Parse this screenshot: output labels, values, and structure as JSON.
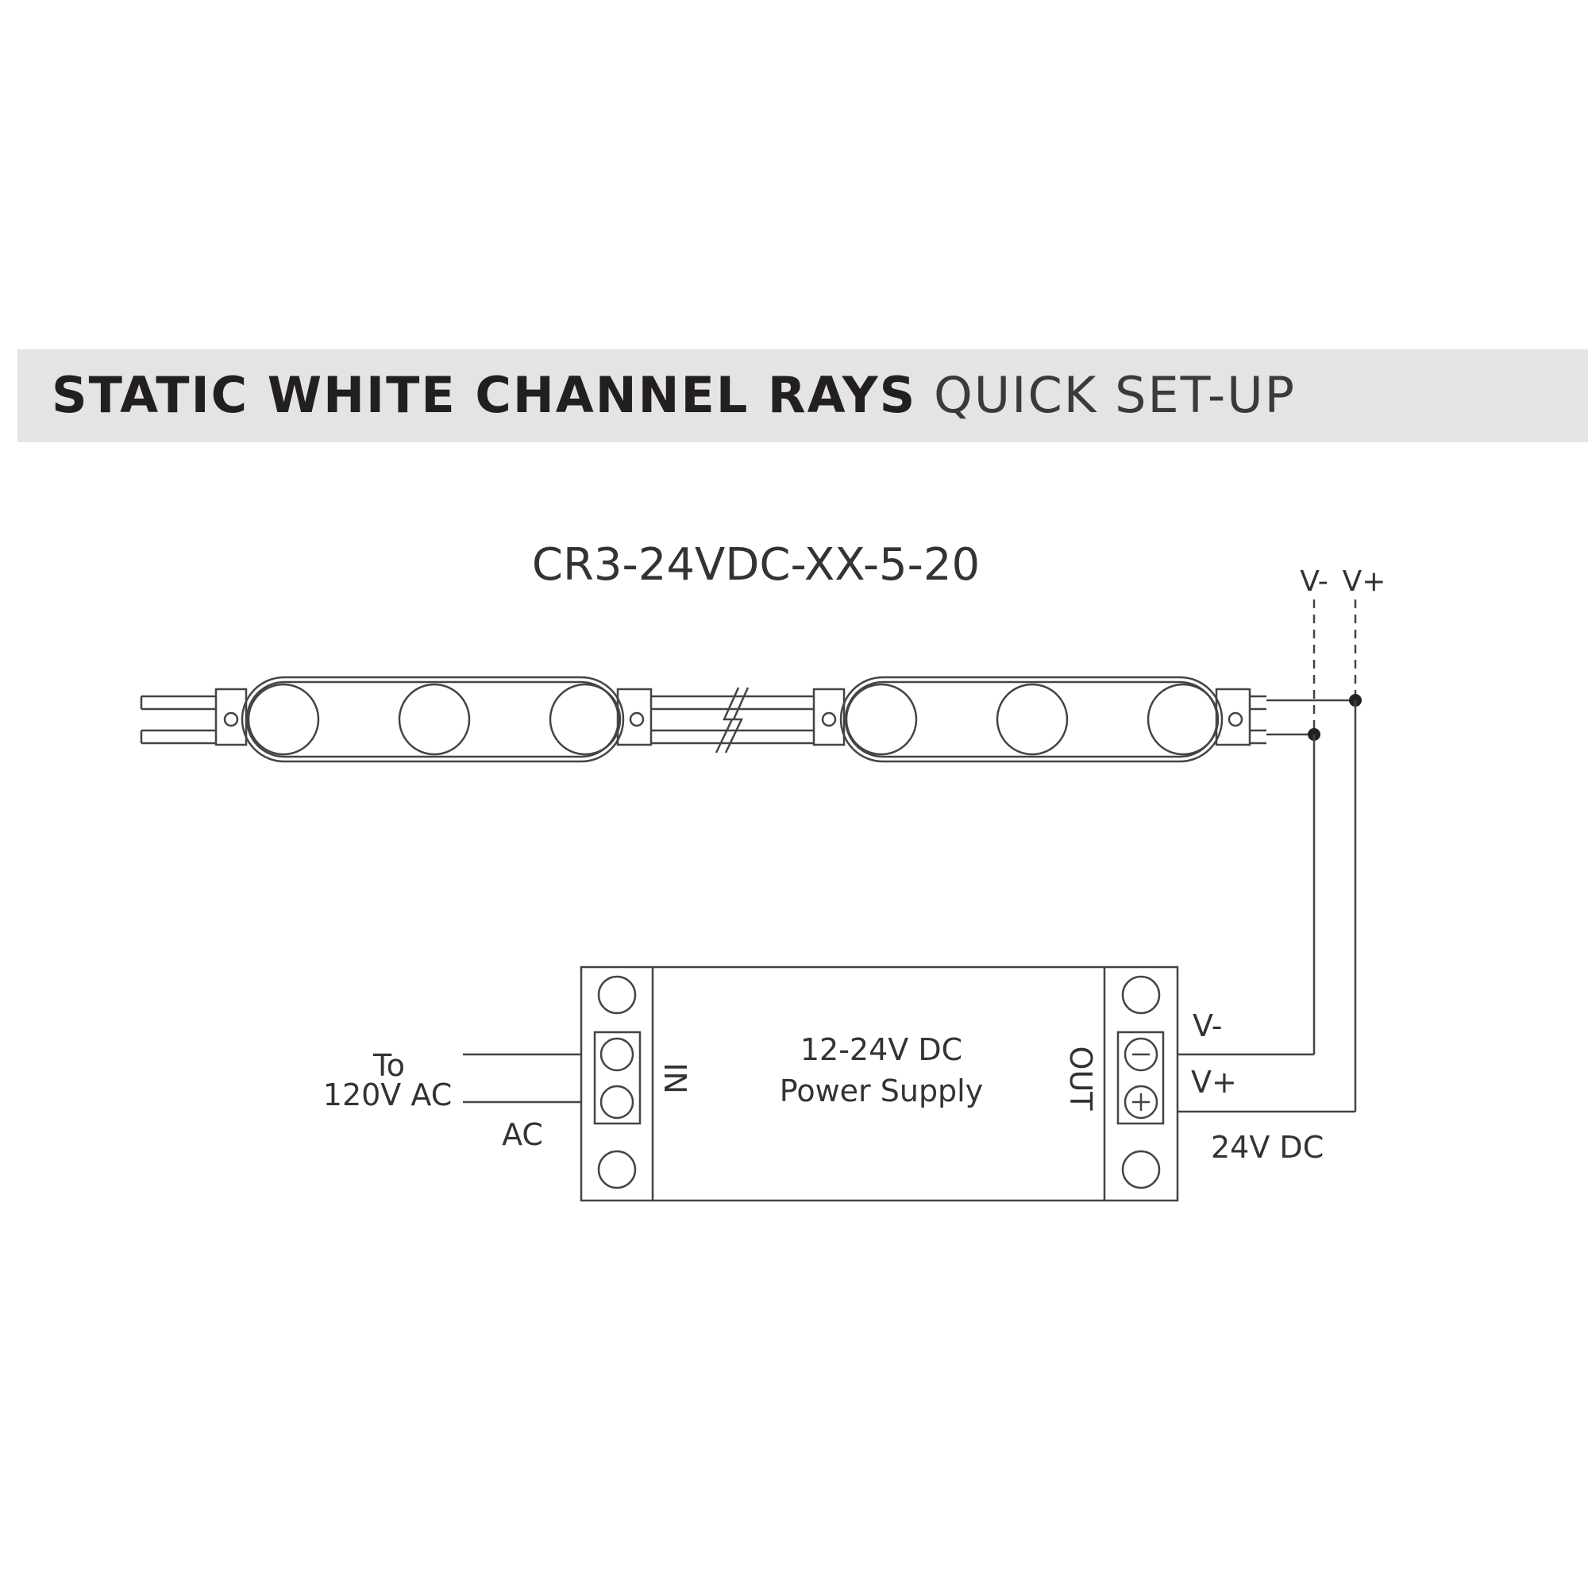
{
  "header": {
    "title_bold": "STATIC WHITE  CHANNEL RAYS",
    "title_light": "QUICK SET-UP"
  },
  "diagram": {
    "model_number": "CR3-24VDC-XX-5-20",
    "top_labels": {
      "v_minus": "V-",
      "v_plus": "V+"
    },
    "power_supply": {
      "line1": "12-24V DC",
      "line2": "Power Supply",
      "in_label": "IN",
      "out_label": "OUT"
    },
    "input": {
      "to": "To",
      "voltage": "120V AC",
      "ac": "AC"
    },
    "output": {
      "v_minus": "V-",
      "v_plus": "V+",
      "dc": "24V  DC"
    }
  },
  "colors": {
    "line": "#444444",
    "header_band": "#e4e4e5",
    "title": "#231f20"
  }
}
